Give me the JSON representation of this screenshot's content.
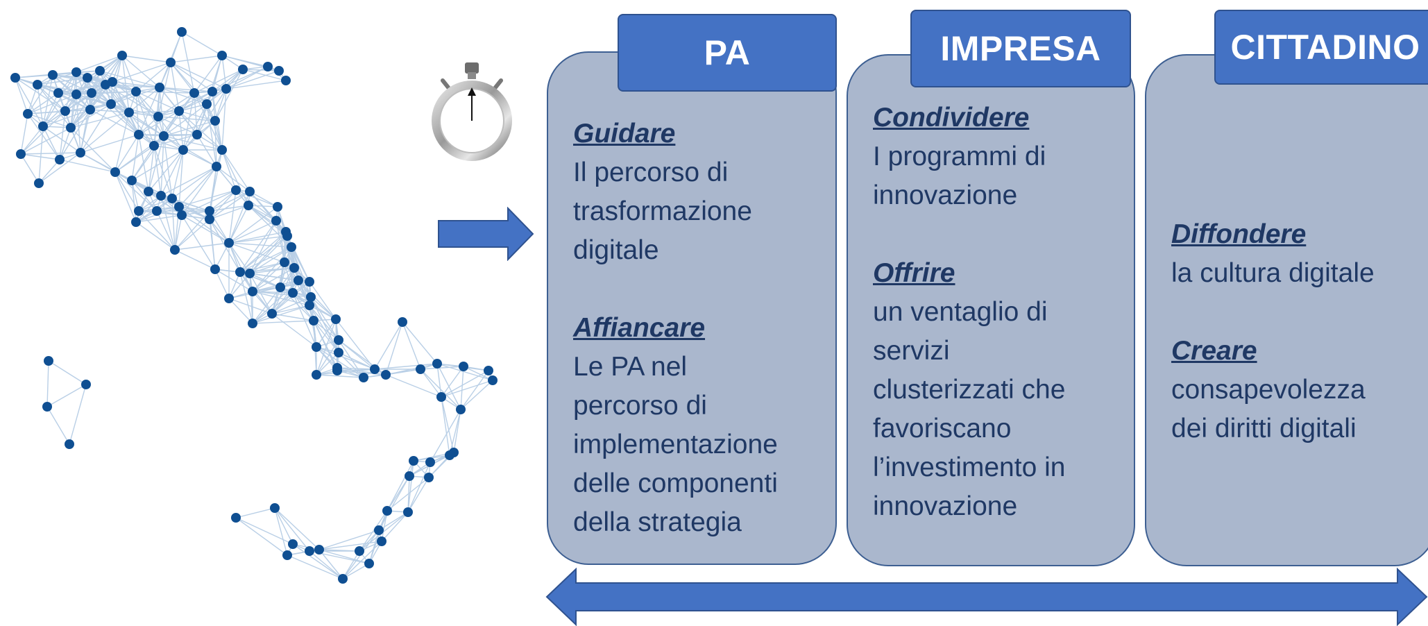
{
  "columns": [
    {
      "title": "PA",
      "items": [
        {
          "verb": "Guidare",
          "text": "Il percorso di\ntrasformazione\ndigitale"
        },
        {
          "verb": "Affiancare",
          "text": "Le PA nel\npercorso di\nimplementazione\ndelle componenti\ndella strategia"
        }
      ]
    },
    {
      "title": "IMPRESA",
      "items": [
        {
          "verb": "Condividere",
          "text": "I programmi di\ninnovazione"
        },
        {
          "verb": "Offrire",
          "text": "un ventaglio di\nservizi\nclusterizzati che\nfavoriscano\nl’investimento in\ninnovazione"
        }
      ]
    },
    {
      "title": "CITTADINO",
      "items": [
        {
          "verb": "Diffondere",
          "text": "la cultura digitale"
        },
        {
          "verb": "Creare",
          "text": "consapevolezza\ndei diritti digitali"
        }
      ]
    }
  ],
  "colors": {
    "card_fill": "#aab7cd",
    "tab_fill": "#4472c4",
    "text": "#1f3864",
    "arrow": "#4472c4",
    "map_node": "#0f4f92",
    "map_edge": "#b9cfe6"
  },
  "icons": [
    "italy-network-map",
    "stopwatch-icon",
    "right-arrow-icon",
    "double-arrow-icon"
  ]
}
